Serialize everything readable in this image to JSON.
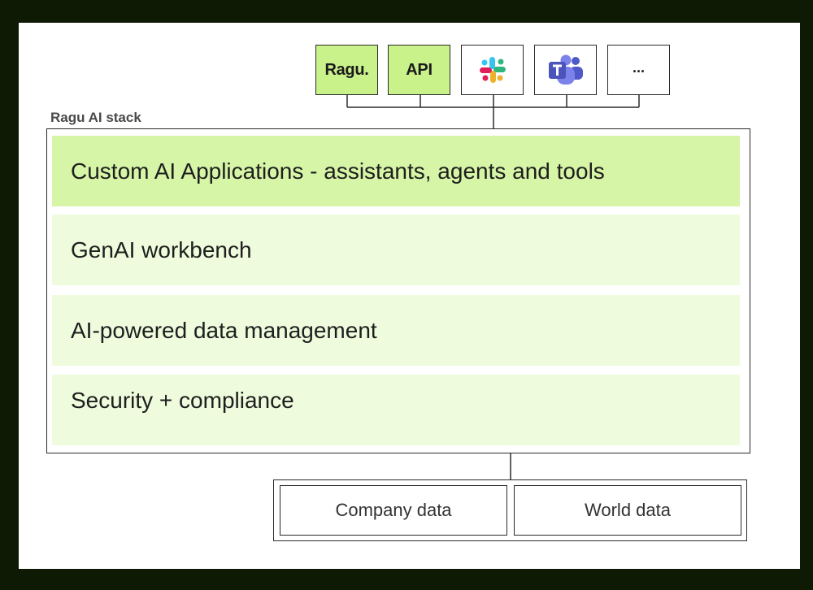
{
  "channels": [
    {
      "kind": "text",
      "label": "Ragu.",
      "style": "green"
    },
    {
      "kind": "text",
      "label": "API",
      "style": "green"
    },
    {
      "kind": "icon",
      "icon": "slack-icon"
    },
    {
      "kind": "icon",
      "icon": "teams-icon"
    },
    {
      "kind": "text",
      "label": "...",
      "style": "white"
    }
  ],
  "stack": {
    "title": "Ragu AI stack",
    "layers": [
      "Custom AI Applications - assistants, agents and tools",
      "GenAI workbench",
      "AI-powered data management",
      "Security + compliance"
    ]
  },
  "data_sources": [
    "Company data",
    "World data"
  ],
  "colors": {
    "accent_green": "#c9f28a",
    "highlight_layer": "#d6f5a6",
    "pale_layer": "#eefbdc",
    "frame": "#0f1a05",
    "slack_blue": "#36c5f0",
    "slack_green": "#2eb67d",
    "slack_yellow": "#ecb22e",
    "slack_red": "#e01e5a",
    "teams_purple": "#5059c9"
  }
}
